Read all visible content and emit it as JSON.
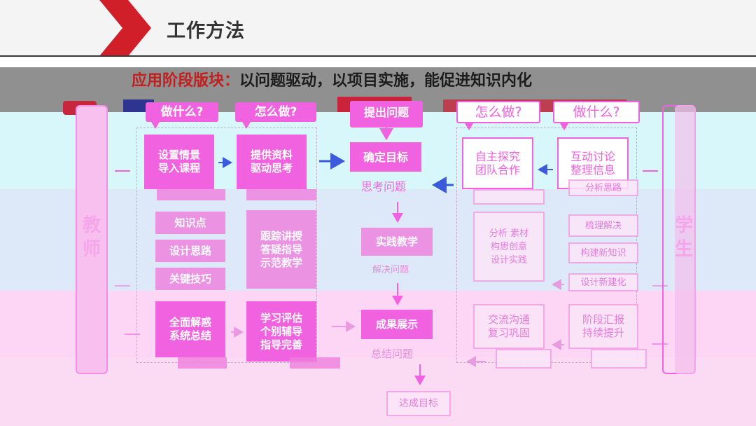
{
  "header": {
    "title": "工作方法"
  },
  "subtitle": {
    "lead": "应用阶段版块：",
    "rest": "以问题驱动，以项目实施，能促进知识内化"
  },
  "side_labels": {
    "teacher": "教师",
    "student": "学生"
  },
  "teacher": {
    "questions": [
      "做什么?",
      "怎么做?"
    ],
    "boxes_row1": [
      "设置情景\n导入课程",
      "提供资料\n驱动思考"
    ],
    "boxes_faded": [
      "知识点",
      "设计思路",
      "关键技巧"
    ],
    "box_faded_right": "跟踪讲授\n答疑指导\n示范教学",
    "boxes_bottom": [
      "全面解惑\n系统总结",
      "学习评估\n个别辅导\n指导完善"
    ]
  },
  "center": {
    "top_pill": "提出问题",
    "goal_box": "确定目标",
    "think_label": "思考问题",
    "explore_box": "实践教学",
    "explore_label": "解决问题",
    "show_box": "成果展示",
    "summary_label": "总结问题",
    "final_label": "达成目标"
  },
  "student": {
    "questions": [
      "怎么做?",
      "做什么?"
    ],
    "box_left_row1": "自主探究\n团队合作",
    "box_right_row1": "互动讨论\n整理信息",
    "box_right_faded_1": "分析思路",
    "box_left_faded": "分析 素材\n构思创意\n设计实践",
    "box_right_faded_2": "梳理解决",
    "box_right_faded_3": "构建新知识",
    "box_right_faded_4": "设计新建化",
    "box_left_bottom": "交流沟通\n复习巩固",
    "box_right_bottom": "阶段汇报\n持续提升"
  },
  "colors": {
    "accent": "#f062e0",
    "brand_red": "#c0201f",
    "header_bg": "#f4f4f4"
  }
}
